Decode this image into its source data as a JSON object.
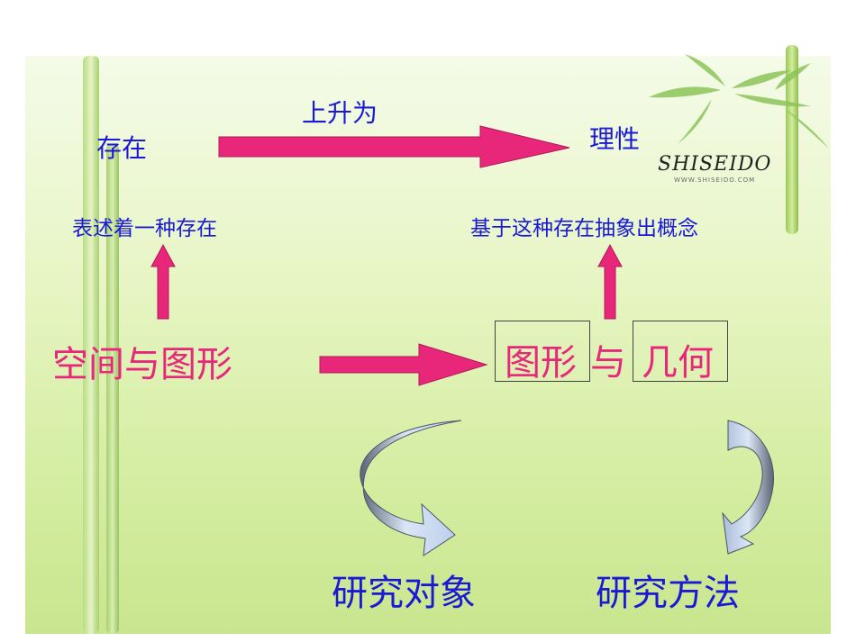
{
  "top_row": {
    "left": "存在",
    "arrow_label": "上升为",
    "right": "理性"
  },
  "second_row": {
    "left": "表述着一种存在",
    "right": "基于这种存在抽象出概念"
  },
  "middle_row": {
    "left": "空间与图形",
    "right_part1": "图形",
    "right_joiner": "与",
    "right_part2": "几何"
  },
  "bottom_row": {
    "left": "研究对象",
    "right": "研究方法"
  },
  "logo": {
    "brand": "SHISEIDO",
    "sub": "WWW.SHISEIDO.COM"
  },
  "colors": {
    "blue_text": "#1a1ad6",
    "pink_text": "#e8277a",
    "arrow_fill": "#e8277a",
    "curved_arrow_light": "#c8d8f0",
    "curved_arrow_dark": "#5a6475"
  },
  "icons": [
    "bamboo-decoration",
    "right-arrow",
    "up-arrow",
    "curved-arrow"
  ]
}
